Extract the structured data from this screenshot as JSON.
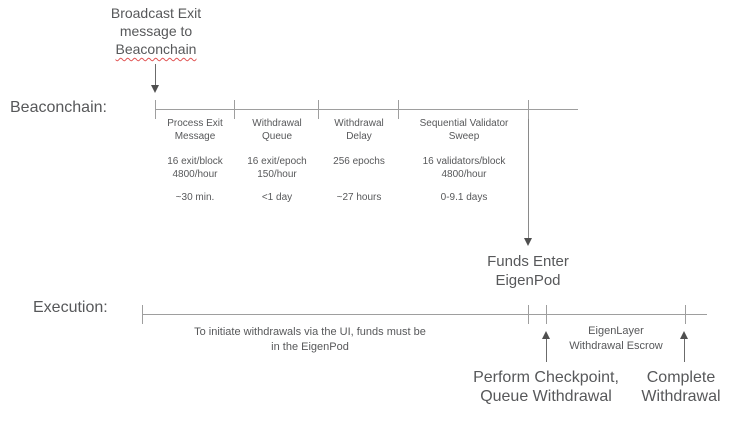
{
  "colors": {
    "text": "#57585a",
    "timeline_line": "#9e9e9e",
    "arrow": "#4f4f4f",
    "spellcheck_squiggle": "#e05252"
  },
  "header": {
    "broadcast_note": "Broadcast Exit\nmessage to",
    "broadcast_note_underlined": "Beaconchain"
  },
  "beaconchain": {
    "label": "Beaconchain:",
    "segments": [
      {
        "name": "Process Exit\nMessage",
        "rate": "16 exit/block\n4800/hour",
        "duration": "~30 min."
      },
      {
        "name": "Withdrawal\nQueue",
        "rate": "16 exit/epoch\n150/hour",
        "duration": "<1 day"
      },
      {
        "name": "Withdrawal\nDelay",
        "rate": "256 epochs",
        "duration": "~27 hours"
      },
      {
        "name": "Sequential Validator\nSweep",
        "rate": "16 validators/block\n4800/hour",
        "duration": "0-9.1 days"
      }
    ],
    "funds_note": "Funds Enter\nEigenPod"
  },
  "execution": {
    "label": "Execution:",
    "ui_note": "To initiate withdrawals via the UI, funds must be\nin the EigenPod",
    "escrow_note": "EigenLayer\nWithdrawal Escrow",
    "checkpoint_note": "Perform Checkpoint,\nQueue Withdrawal",
    "complete_note": "Complete\nWithdrawal"
  }
}
